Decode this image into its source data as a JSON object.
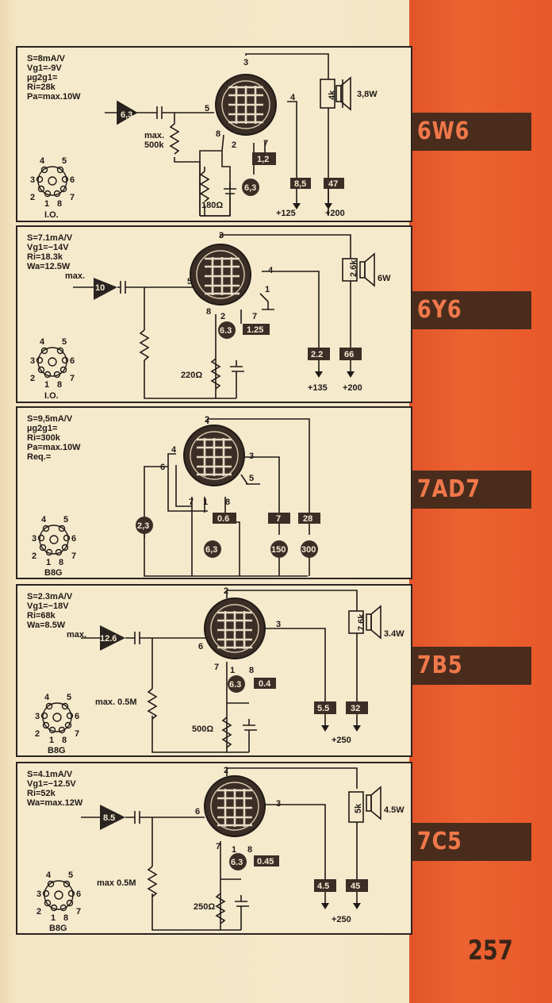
{
  "page_number": "257",
  "panels": [
    {
      "tube": "6W6",
      "specs": [
        "S=8mA/V",
        "Vg1=-9V",
        "µg2g1=",
        "Ri=28k",
        "Pa=max.10W"
      ],
      "input": "6,3",
      "grid_resistor": [
        "max.",
        "500k"
      ],
      "cathode_resistor": "180Ω",
      "load": "4k",
      "power": "3,8W",
      "heater": "6,3",
      "pins": {
        "plate": "3",
        "grid1": "5",
        "screen": "4",
        "cathode": "8",
        "heater_a": "2",
        "heater_b": "7"
      },
      "currents": [
        "1,2",
        "8,5",
        "47"
      ],
      "supplies": [
        "+125",
        "+200"
      ],
      "base": "I.O.",
      "base_pins": [
        "4",
        "5",
        "3",
        "6",
        "2",
        "7",
        "1",
        "8"
      ]
    },
    {
      "tube": "6Y6",
      "specs": [
        "S=7.1mA/V",
        "Vg1=−14V",
        "Ri=18.3k",
        "Wa=12.5W",
        "max."
      ],
      "input": "10",
      "cathode_resistor": "220Ω",
      "load": "2.6k",
      "power": "6W",
      "heater": "6.3",
      "pins": {
        "plate": "3",
        "grid1": "5",
        "screen": "4",
        "cathode": "8",
        "heater_a": "2",
        "heater_b": "7",
        "shell": "1"
      },
      "currents": [
        "1.25",
        "2.2",
        "66"
      ],
      "supplies": [
        "+135",
        "+200"
      ],
      "base": "I.O.",
      "base_pins": [
        "4",
        "5",
        "3",
        "6",
        "2",
        "7",
        "1",
        "8"
      ]
    },
    {
      "tube": "7AD7",
      "specs": [
        "S=9,5mA/V",
        "µg2g1=",
        "Ri=300k",
        "Pa=max.10W",
        "Req.="
      ],
      "pins": {
        "plate": "2",
        "grid1": "4",
        "screen": "3",
        "cathode": "6",
        "heater_a": "7",
        "heater_b": "8",
        "shell": "5",
        "pin1": "1"
      },
      "currents": [
        "0.6",
        "7",
        "28"
      ],
      "sources": [
        "2,3",
        "6,3",
        "150",
        "300"
      ],
      "base": "B8G",
      "base_pins": [
        "4",
        "5",
        "3",
        "6",
        "2",
        "7",
        "1",
        "8"
      ]
    },
    {
      "tube": "7B5",
      "specs": [
        "S=2.3mA/V",
        "Vg1=−18V",
        "Ri=68k",
        "Wa=8.5W",
        "max."
      ],
      "input": "12.6",
      "grid_resistor": [
        "max. 0.5M"
      ],
      "cathode_resistor": "500Ω",
      "load": "7.6k",
      "power": "3.4W",
      "heater": "6.3",
      "pins": {
        "plate": "2",
        "grid1": "6",
        "screen": "3",
        "cathode": "7",
        "heater_a": "1",
        "heater_b": "8"
      },
      "currents": [
        "0.4",
        "5.5",
        "32"
      ],
      "supplies": [
        "+250"
      ],
      "base": "B8G",
      "base_pins": [
        "4",
        "5",
        "3",
        "6",
        "2",
        "7",
        "1",
        "8"
      ]
    },
    {
      "tube": "7C5",
      "specs": [
        "S=4.1mA/V",
        "Vg1=−12.5V",
        "Ri=52k",
        "Wa=max.12W"
      ],
      "input": "8.5",
      "grid_resistor": [
        "max 0.5M"
      ],
      "cathode_resistor": "250Ω",
      "load": "5k",
      "power": "4.5W",
      "heater": "6.3",
      "pins": {
        "plate": "2",
        "grid1": "6",
        "screen": "3",
        "cathode": "7",
        "heater_a": "1",
        "heater_b": "8"
      },
      "currents": [
        "0.45",
        "4.5",
        "45"
      ],
      "supplies": [
        "+250"
      ],
      "base": "B8G",
      "base_pins": [
        "4",
        "5",
        "3",
        "6",
        "2",
        "7",
        "1",
        "8"
      ]
    }
  ]
}
